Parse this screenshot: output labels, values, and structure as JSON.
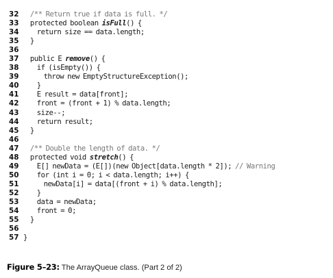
{
  "lines": [
    {
      "num": "32",
      "segments": [
        {
          "t": "  "
        },
        {
          "t": "/** Return true if data is full. */",
          "c": "comment"
        }
      ]
    },
    {
      "num": "33",
      "segments": [
        {
          "t": "  protected boolean "
        },
        {
          "t": "isFull",
          "c": "method"
        },
        {
          "t": "() {"
        }
      ]
    },
    {
      "num": "34",
      "segments": [
        {
          "t": "    return size == data.length;"
        }
      ]
    },
    {
      "num": "35",
      "segments": [
        {
          "t": "  }"
        }
      ]
    },
    {
      "num": "36",
      "segments": []
    },
    {
      "num": "37",
      "segments": [
        {
          "t": "  public E "
        },
        {
          "t": "remove",
          "c": "method"
        },
        {
          "t": "() {"
        }
      ]
    },
    {
      "num": "38",
      "segments": [
        {
          "t": "    if (isEmpty()) {"
        }
      ]
    },
    {
      "num": "39",
      "segments": [
        {
          "t": "      throw new EmptyStructureException();"
        }
      ]
    },
    {
      "num": "40",
      "segments": [
        {
          "t": "    }"
        }
      ]
    },
    {
      "num": "41",
      "segments": [
        {
          "t": "    E result = data[front];"
        }
      ]
    },
    {
      "num": "42",
      "segments": [
        {
          "t": "    front = (front + 1) % data.length;"
        }
      ]
    },
    {
      "num": "43",
      "segments": [
        {
          "t": "    size--;"
        }
      ]
    },
    {
      "num": "44",
      "segments": [
        {
          "t": "    return result;"
        }
      ]
    },
    {
      "num": "45",
      "segments": [
        {
          "t": "  }"
        }
      ]
    },
    {
      "num": "46",
      "segments": []
    },
    {
      "num": "47",
      "segments": [
        {
          "t": "  "
        },
        {
          "t": "/** Double the length of data. */",
          "c": "comment"
        }
      ]
    },
    {
      "num": "48",
      "segments": [
        {
          "t": "  protected void "
        },
        {
          "t": "stretch",
          "c": "method"
        },
        {
          "t": "() {"
        }
      ]
    },
    {
      "num": "49",
      "segments": [
        {
          "t": "    E[] newData = (E[])(new Object[data.length * 2]); "
        },
        {
          "t": "// Warning",
          "c": "comment"
        }
      ]
    },
    {
      "num": "50",
      "segments": [
        {
          "t": "    for (int i = 0; i < data.length; i++) {"
        }
      ]
    },
    {
      "num": "51",
      "segments": [
        {
          "t": "      newData[i] = data[(front + i) % data.length];"
        }
      ]
    },
    {
      "num": "52",
      "segments": [
        {
          "t": "    }"
        }
      ]
    },
    {
      "num": "53",
      "segments": [
        {
          "t": "    data = newData;"
        }
      ]
    },
    {
      "num": "54",
      "segments": [
        {
          "t": "    front = 0;"
        }
      ]
    },
    {
      "num": "55",
      "segments": [
        {
          "t": "  }"
        }
      ]
    },
    {
      "num": "56",
      "segments": []
    },
    {
      "num": "57",
      "segments": [
        {
          "t": "}"
        }
      ]
    }
  ],
  "caption": {
    "label": "Figure 5–23:",
    "text": " The ArrayQueue class. (Part 2 of 2)"
  }
}
